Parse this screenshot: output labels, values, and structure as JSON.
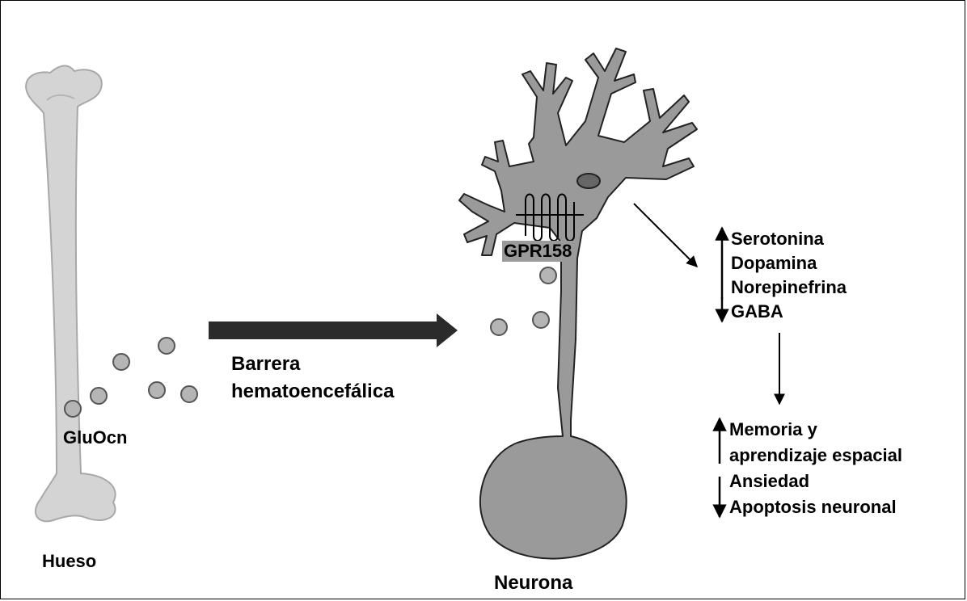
{
  "bone": {
    "name": "Hueso",
    "molecule": "GluOcn"
  },
  "barrier": {
    "line1": "Barrera",
    "line2": "hematoencefálica"
  },
  "neuron": {
    "name": "Neurona",
    "receptor": "GPR158"
  },
  "neurotransmitters": {
    "increased": [
      "Serotonina",
      "Dopamina",
      "Norepinefrina"
    ],
    "decreased": [
      "GABA"
    ]
  },
  "outcomes": {
    "increased_line1": "Memoria y",
    "increased_line2": "aprendizaje espacial",
    "decreased": [
      "Ansiedad",
      "Apoptosis neuronal"
    ]
  },
  "colors": {
    "bone": "#d4d4d4",
    "neuron": "#9a9a9a",
    "particle": "#b5b5b5",
    "arrow": "#2b2b2b"
  }
}
